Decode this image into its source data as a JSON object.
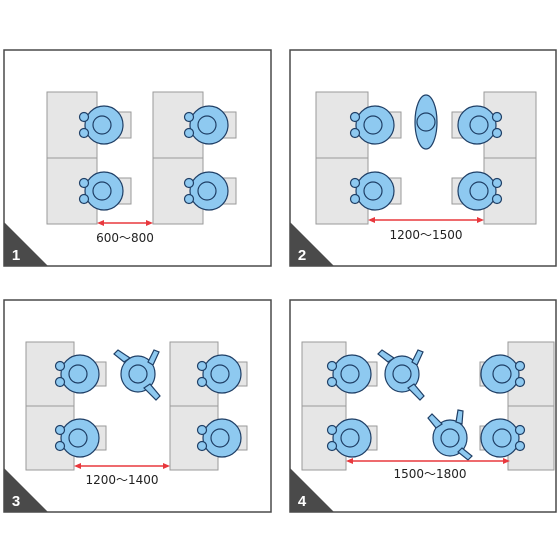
{
  "panels": [
    {
      "number": "1",
      "dimension": "600～800"
    },
    {
      "number": "2",
      "dimension": "1200～1500"
    },
    {
      "number": "3",
      "dimension": "1200～1400"
    },
    {
      "number": "4",
      "dimension": "1500～1800"
    }
  ],
  "colors": {
    "desk": "#e6e6e6",
    "desk_stroke": "#9a9a9a",
    "person": "#8ec9f0",
    "person_stroke": "#1f3f66",
    "dimension_line": "#e8383d",
    "badge": "#4a4a4a",
    "frame": "#4a4a4a"
  }
}
